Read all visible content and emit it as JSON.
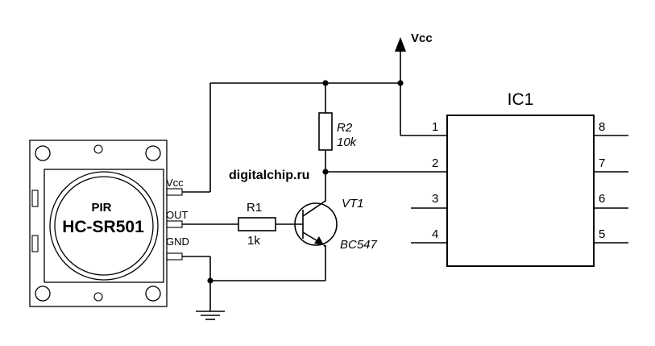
{
  "labels": {
    "vcc_rail": "Vcc",
    "watermark": "digitalchip.ru",
    "ic_name": "IC1",
    "r1_name": "R1",
    "r1_value": "1k",
    "r2_name": "R2",
    "r2_value": "10k",
    "transistor_name": "VT1",
    "transistor_model": "BC547"
  },
  "pir_module": {
    "type_label": "PIR",
    "model_label": "HC-SR501",
    "pins": [
      "Vcc",
      "OUT",
      "GND"
    ]
  },
  "ic_pins": {
    "left": [
      "1",
      "2",
      "3",
      "4"
    ],
    "right": [
      "8",
      "7",
      "6",
      "5"
    ]
  },
  "colors": {
    "watermark": "#1a8a8a",
    "pir_label": "#1a9a9a",
    "model_label": "#1a2a8a",
    "lines": "#000000"
  }
}
